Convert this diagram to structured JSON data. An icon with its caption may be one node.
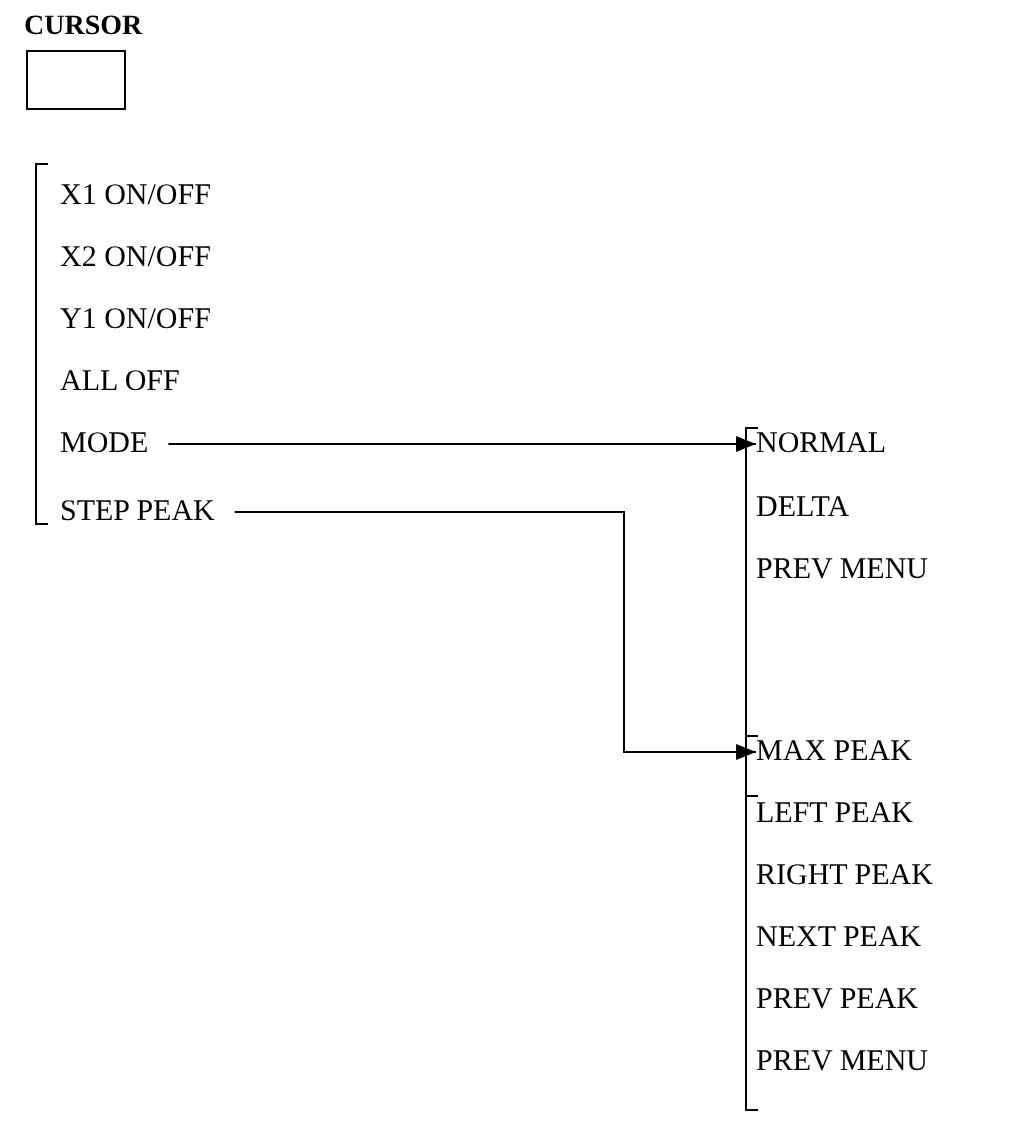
{
  "diagram": {
    "nodes": [
      {
        "text": [
          "CURSOR"
        ]
      },
      {
        "text": [
          "X1 ON/OFF"
        ]
      },
      {
        "text": [
          "X2 ON/OFF"
        ]
      },
      {
        "text": [
          "Y1 ON/OFF"
        ]
      },
      {
        "text": [
          "ALL OFF"
        ]
      },
      {
        "text": [
          "MODE"
        ]
      },
      {
        "text": [
          "STEP PEAK"
        ]
      },
      {
        "text": [
          "NORMAL"
        ]
      },
      {
        "text": [
          "DELTA"
        ]
      },
      {
        "text": [
          "PREV MENU"
        ]
      },
      {
        "text": [
          "MAX PEAK"
        ]
      },
      {
        "text": [
          "LEFT PEAK"
        ]
      },
      {
        "text": [
          "RIGHT PEAK"
        ]
      },
      {
        "text": [
          "NEXT PEAK"
        ]
      },
      {
        "text": [
          "PREV PEAK"
        ]
      },
      {
        "text": [
          "PREV MENU"
        ]
      }
    ],
    "edges": [
      {
        "from": 5,
        "to": 7,
        "arrow": "to"
      },
      {
        "from": 6,
        "to": 10,
        "arrow": "to"
      }
    ]
  }
}
